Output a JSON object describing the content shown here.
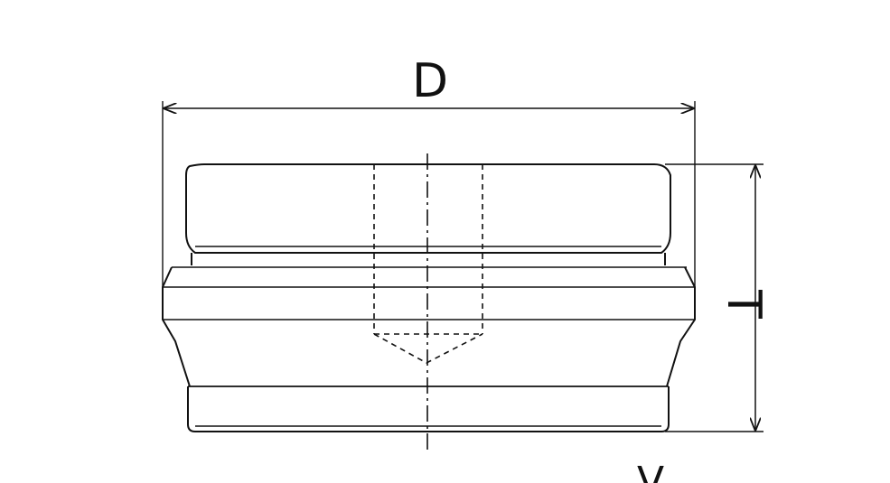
{
  "diagram": {
    "dimension_width_label": "D",
    "dimension_height_label": "T",
    "partial_footer_text": "V"
  },
  "colors": {
    "line": "#111111",
    "background": "#ffffff"
  }
}
